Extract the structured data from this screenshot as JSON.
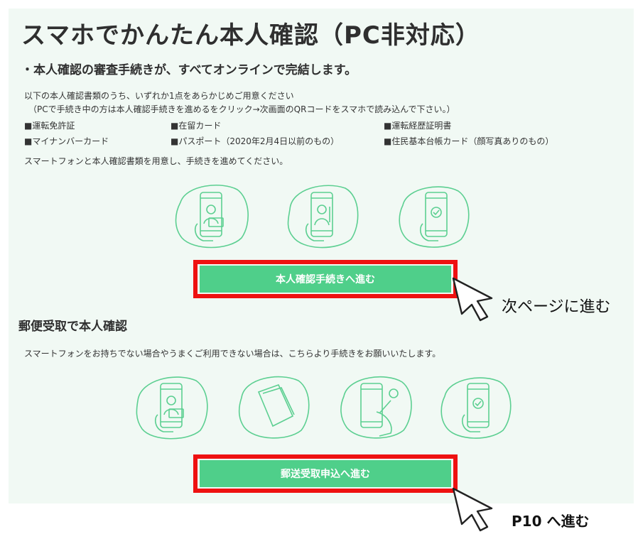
{
  "header": {
    "title": "スマホでかんたん本人確認（PC非対応）",
    "subtitle": "・本人確認の審査手続きが、すべてオンラインで完結します。"
  },
  "online": {
    "intro_line1": "以下の本人確認書類のうち、いずれか1点をあらかじめご用意ください",
    "intro_line2": "（PCで手続き中の方は本人確認手続きを進めるをクリック→次画面のQRコードをスマホで読み込んで下さい。）",
    "documents": [
      "■運転免許証",
      "■在留カード",
      "■運転経歴証明書",
      "■マイナンバーカード",
      "■パスポート（2020年2月4日以前のもの）",
      "■住民基本台帳カード（顔写真ありのもの）"
    ],
    "instruction": "スマートフォンと本人確認書類を用意し、手続きを進めてください。",
    "button_label": "本人確認手続きへ進む"
  },
  "mail": {
    "title": "郵便受取で本人確認",
    "description": "スマートフォンをお持ちでない場合やうまくご利用できない場合は、こちらより手続きをお願いいたします。",
    "button_label": "郵送受取申込へ進む"
  },
  "annotations": {
    "next_page": "次ページに進む",
    "p10": "P10 へ進む"
  },
  "colors": {
    "panel_bg": "#f1f9f4",
    "button_green": "#4fcf8a",
    "highlight_red": "#ee1111",
    "illustration_green": "#5ccf91"
  },
  "icons": [
    "phone-id-card-icon",
    "phone-selfie-icon",
    "phone-check-icon",
    "phone-id-card-icon",
    "mail-document-icon",
    "phone-touch-icon",
    "phone-check-icon",
    "mouse-cursor-icon"
  ]
}
